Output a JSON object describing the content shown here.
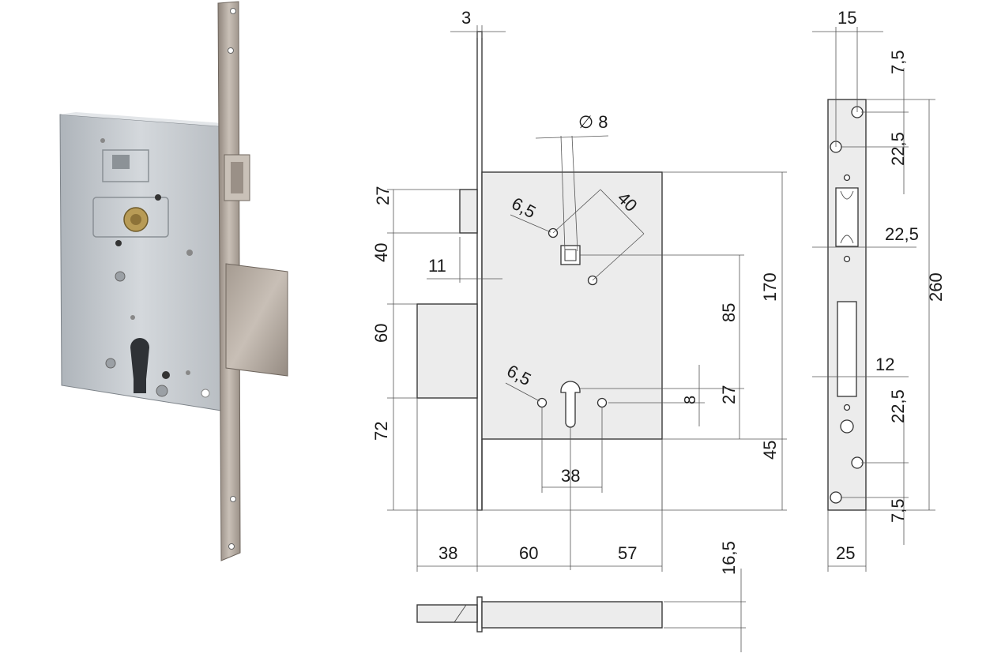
{
  "colors": {
    "line": "#3a3a3a",
    "body_fill": "#ececec",
    "metal_face": "#b7ada3",
    "metal_case": "#c9ced3"
  },
  "photo": {
    "icon": "lock-photo-icon"
  },
  "front_view": {
    "labels": {
      "faceplate_thickness": "3",
      "pin_diameter": "∅ 8",
      "hole_upper": "6,5",
      "offset_diagonal": "40",
      "latch_height": "27",
      "latch_gap": "40",
      "latch_projection": "11",
      "bolt_height": "60",
      "bottom_section": "72",
      "hole_lower": "6,5",
      "cylinder_width": "38",
      "keyhole_8": "8",
      "keyhole_27": "27",
      "center_distance": "85",
      "case_height": "170",
      "bottom_extension": "45",
      "bolt_throw": "38",
      "backset": "60",
      "right_extension": "57"
    }
  },
  "bottom_view": {
    "labels": {
      "thickness": "16,5"
    }
  },
  "faceplate_view": {
    "labels": {
      "width_top": "15",
      "top_margin": "7,5",
      "hole_spacing_top": "22,5",
      "right_22_5": "22,5",
      "total_length": "260",
      "slot_width": "12",
      "hole_spacing_bottom": "22,5",
      "bottom_margin": "7,5",
      "width_bottom": "25"
    }
  }
}
